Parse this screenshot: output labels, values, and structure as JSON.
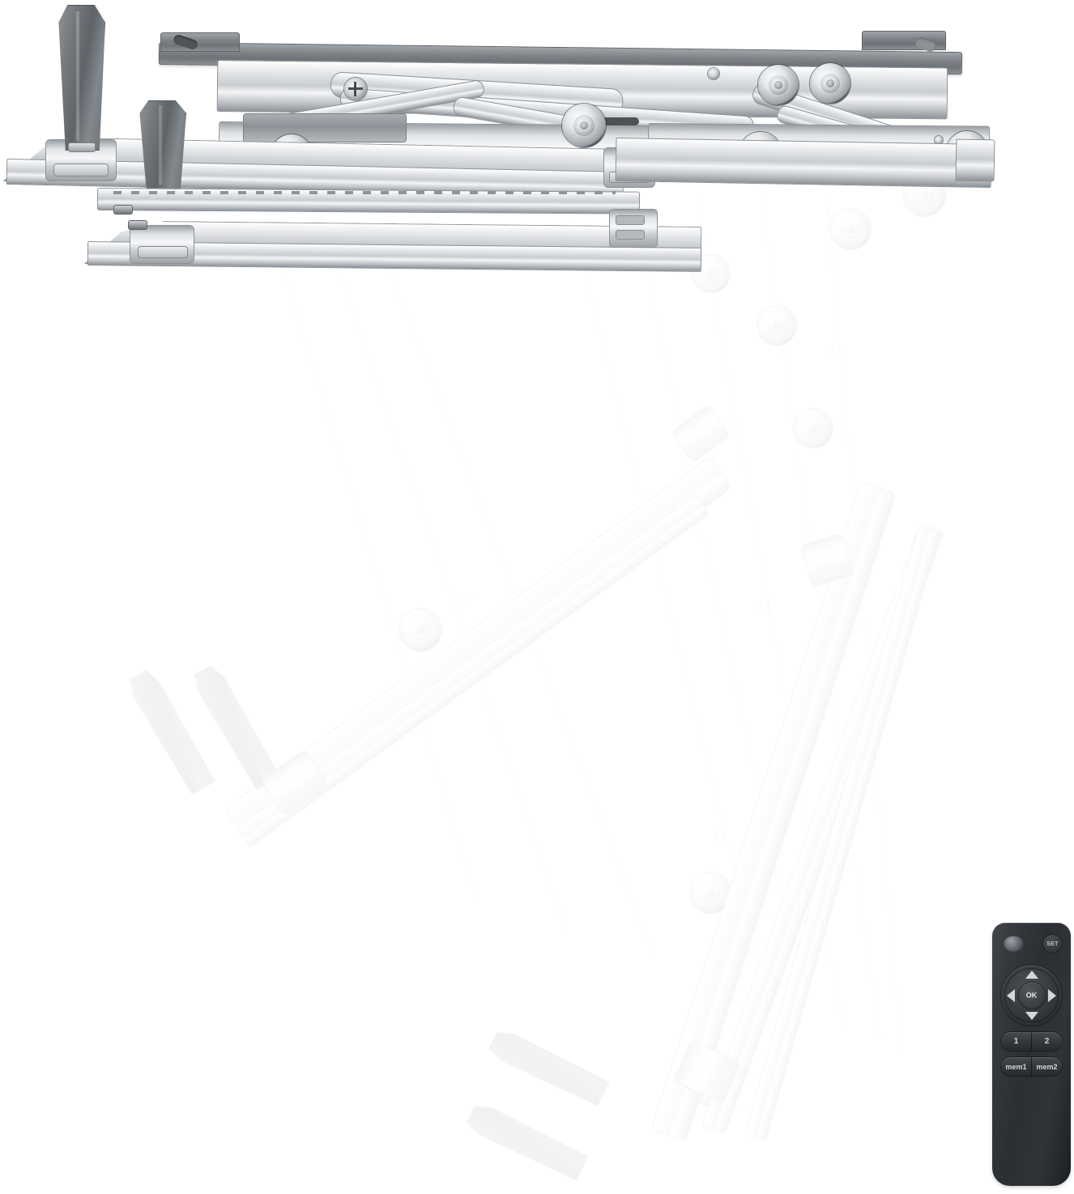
{
  "scene": {
    "title": "TV Lift Scissor Mechanism",
    "background_color": "#ffffff",
    "description": "Motorized pop-up TV lift bracket shown folded, with ghosted outline of the extended position",
    "product_color_primary": "#c9ccd0",
    "product_color_dark": "#6e7378",
    "ghost_color": "#c9ccd0"
  },
  "mechanism": {
    "name": "scissor-lift-mechanism",
    "top_rail": {
      "name": "top-mounting-rail",
      "color": "#7e8388"
    },
    "bottom_rail": {
      "name": "bottom-base-rail",
      "color": "#c9ccd0"
    },
    "brackets": [
      {
        "name": "top-rail-bracket-left"
      },
      {
        "name": "top-rail-bracket-right"
      }
    ],
    "legs": [
      {
        "name": "support-leg-1",
        "color": "#6b7075"
      },
      {
        "name": "support-leg-2",
        "color": "#6b7075"
      }
    ],
    "rollers": [
      {
        "name": "roller-1"
      },
      {
        "name": "roller-2"
      },
      {
        "name": "roller-3"
      },
      {
        "name": "roller-4"
      },
      {
        "name": "roller-5"
      },
      {
        "name": "roller-6"
      }
    ],
    "pivots": [
      {
        "name": "pivot-screw-left"
      },
      {
        "name": "pivot-screw-right"
      }
    ],
    "ghost_extended": {
      "name": "ghosted-extended-position",
      "opacity": "0.085",
      "legs": [
        {
          "name": "ghost-leg-upper-1"
        },
        {
          "name": "ghost-leg-upper-2"
        },
        {
          "name": "ghost-leg-lower-1"
        },
        {
          "name": "ghost-leg-lower-2"
        }
      ]
    }
  },
  "remote": {
    "name": "remote-control",
    "body_color": "#2b2f33",
    "power_button": {
      "label": "",
      "name": "power-button"
    },
    "set_button": {
      "label": "SET",
      "name": "set-button"
    },
    "dpad": {
      "ok_label": "OK",
      "up_label": "▲",
      "down_label": "▼",
      "left_label": "◀",
      "right_label": "▶"
    },
    "preset_row": {
      "button_1": "1",
      "button_2": "2"
    },
    "memory_row": {
      "button_1": "mem1",
      "button_2": "mem2"
    }
  }
}
